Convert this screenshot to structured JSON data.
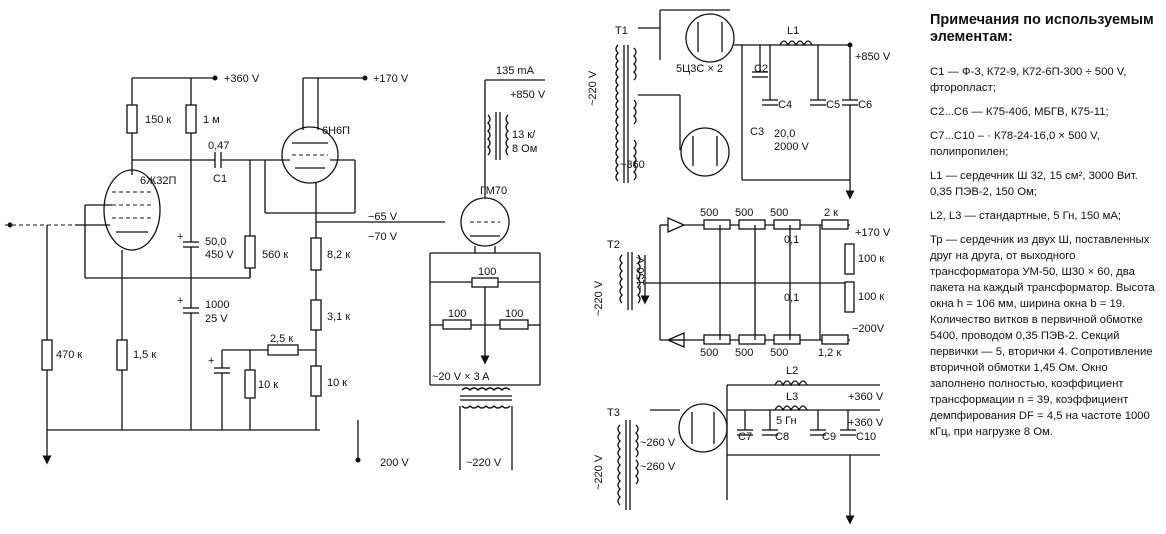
{
  "amp": {
    "v_360": "+360 V",
    "v_170": "+170 V",
    "tube_6j32": "6Ж32П",
    "tube_6n6": "6Н6П",
    "r150k": "150 к",
    "r1m": "1 м",
    "c047": "0,47",
    "c1": "C1",
    "c50": "50,0",
    "c450": "450 V",
    "c1000": "1000",
    "c25": "25 V",
    "r470k": "470 к",
    "r15k": "1,5 к",
    "r560k": "560 к",
    "r82k": "8,2 к",
    "r31k": "3,1 к",
    "r25k": "2,5 к",
    "r10k_a": "10 к",
    "r10k_b": "10 к",
    "v200": "200 V",
    "v65": "−65 V",
    "v70": "−70 V",
    "tube_gm70": "ГМ70",
    "i135": "135 mA",
    "v850": "+850 V",
    "z13k": "13 к/",
    "z8": "8 Ом",
    "r100_top": "100",
    "r100_l": "100",
    "r100_r": "100",
    "fil": "~20 V × 3 A",
    "mains": "~220 V"
  },
  "psu1": {
    "t1": "T1",
    "mains": "~220 V",
    "tube": "5Ц3С × 2",
    "v360": "~360",
    "l1": "L1",
    "v850": "+850 V",
    "c2": "C2",
    "c3": "C3",
    "c4": "C4",
    "c5": "C5",
    "c6": "C6",
    "c20": "20,0",
    "c2000": "2000 V"
  },
  "psu2": {
    "t2": "T2",
    "mains": "~220 V",
    "v150": "~150 V",
    "r500": [
      "500",
      "500",
      "500",
      "500",
      "500",
      "500"
    ],
    "r2k": "2 к",
    "r12k": "1,2 к",
    "v170": "+170 V",
    "vm200": "−200V",
    "r100k_a": "100 к",
    "r100k_b": "100 к",
    "c01_a": "0,1",
    "c01_b": "0,1"
  },
  "psu3": {
    "t3": "T3",
    "mains": "~220 V",
    "v260a": "~260 V",
    "v260b": "~260 V",
    "l2": "L2",
    "l3": "L3",
    "l5": "5 Гн",
    "v360a": "+360 V",
    "v360b": "+360 V",
    "c7": "C7",
    "c8": "C8",
    "c9": "C9",
    "c10": "C10"
  },
  "notes": {
    "title": "Примечания по используемым элементам:",
    "p1": "C1 — Ф-3, К72-9, К72-6П-300 ÷ 500 V, фторопласт;",
    "p2": "C2...C6 — К75-40б, МБГВ, К75-11;",
    "p3": "C7...C10 – · К78-24-16,0 × 500 V, полипропилен;",
    "p4": "L1 — сердечник Ш 32, 15 см², 3000 Вит. 0,35 ПЭВ-2, 150 Ом;",
    "p5": "L2, L3 — стандартные, 5 Гн, 150 мА;",
    "p6": "Тр — сердечник из двух Ш, поставленных друг на друга, от выходного трансформатора УМ-50, Ш30 × 60, два пакета на каждый трансформатор. Высота окна h = 106 мм, ширина окна b = 19. Количество витков в первичной обмотке 5400, проводом 0,35 ПЭВ-2. Секций первички — 5, вторички 4. Сопротивление вторичной обмотки 1,45 Ом. Окно заполнено полностью, коэффициент трансформации n = 39, коэффициент демпфирования DF = 4,5 на частоте 1000 кГц, при нагрузке 8 Ом."
  }
}
